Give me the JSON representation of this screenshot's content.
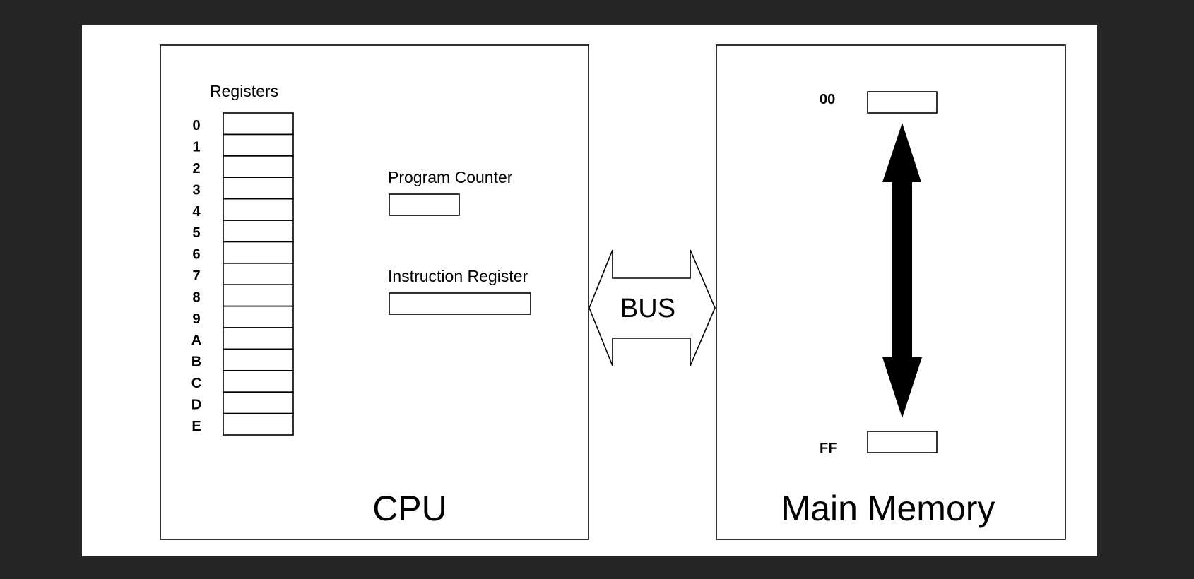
{
  "cpu": {
    "label": "CPU",
    "registers_label": "Registers",
    "register_indices": [
      "0",
      "1",
      "2",
      "3",
      "4",
      "5",
      "6",
      "7",
      "8",
      "9",
      "A",
      "B",
      "C",
      "D",
      "E"
    ],
    "program_counter_label": "Program Counter",
    "instruction_register_label": "Instruction Register"
  },
  "bus": {
    "label": "BUS"
  },
  "memory": {
    "label": "Main Memory",
    "first_address": "00",
    "last_address": "FF"
  },
  "colors": {
    "background": "#262626",
    "panel": "#ffffff",
    "stroke": "#000000"
  }
}
